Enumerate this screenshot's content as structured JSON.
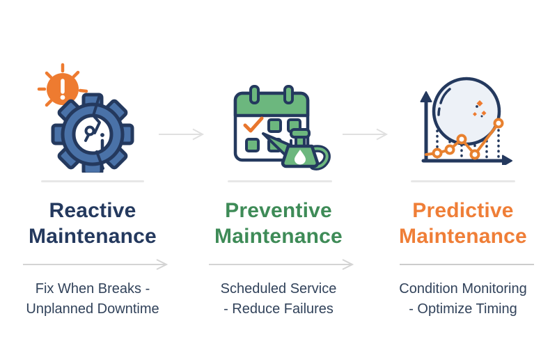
{
  "columns": [
    {
      "id": "reactive",
      "icon": "broken-gear-alert-icon",
      "title_line1": "Reactive",
      "title_line2": "Maintenance",
      "title_color": "#24395e",
      "description_line1": "Fix When Breaks -",
      "description_line2": "Unplanned Downtime",
      "divider_style": "arrow"
    },
    {
      "id": "preventive",
      "icon": "calendar-watering-can-icon",
      "title_line1": "Preventive",
      "title_line2": "Maintenance",
      "title_color": "#3e8b57",
      "description_line1": "Scheduled Service",
      "description_line2": "- Reduce Failures",
      "divider_style": "arrow"
    },
    {
      "id": "predictive",
      "icon": "crystal-ball-chart-icon",
      "title_line1": "Predictive",
      "title_line2": "Maintenance",
      "title_color": "#ef7e37",
      "description_line1": "Condition Monitoring",
      "description_line2": "- Optimize Timing",
      "divider_style": "line"
    }
  ],
  "colors": {
    "navy": "#24395e",
    "gear_blue": "#4a72a8",
    "icon_green": "#6cb77e",
    "title_green": "#3e8b57",
    "icon_orange": "#ee7b30",
    "title_orange": "#ef7e37",
    "description_text": "#31425a",
    "arrow_gray": "#d9d9d9"
  }
}
